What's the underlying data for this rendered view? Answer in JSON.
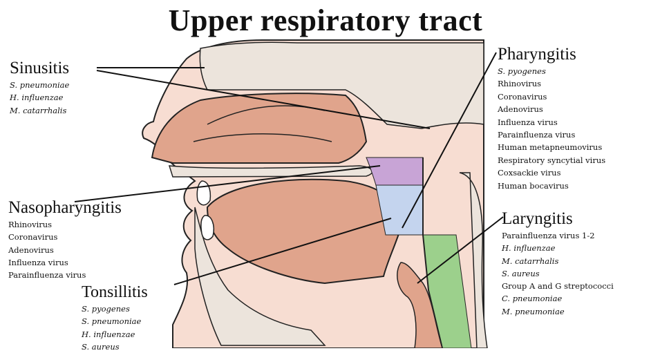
{
  "title": "Upper respiratory tract",
  "regions": {
    "sinusitis": {
      "heading": "Sinusitis",
      "items": [
        "S. pneumoniae",
        "H. influenzae",
        "M. catarrhalis"
      ]
    },
    "pharyngitis": {
      "heading": "Pharyngitis",
      "items": [
        "S. pyogenes",
        "Rhinovirus",
        "Coronavirus",
        "Adenovirus",
        "Influenza virus",
        "Parainfluenza virus",
        "Human metapneumovirus",
        "Respiratory syncytial virus",
        "Coxsackie virus",
        "Human bocavirus"
      ]
    },
    "nasopharyngitis": {
      "heading": "Nasopharyngitis",
      "items": [
        "Rhinovirus",
        "Coronavirus",
        "Adenovirus",
        "Influenza virus",
        "Parainfluenza virus"
      ]
    },
    "laryngitis": {
      "heading": "Laryngitis",
      "items": [
        "Parainfluenza virus 1-2",
        "H. influenzae",
        "M. catarrhalis",
        "S. aureus",
        "Group A and G streptococci",
        "C. pneumoniae",
        "M. pneumoniae"
      ]
    },
    "tonsillitis": {
      "heading": "Tonsillitis",
      "items": [
        "S. pyogenes",
        "S. pneumoniae",
        "H. influenzae",
        "S. aureus"
      ]
    }
  },
  "colors": {
    "skin": "#f7ddd2",
    "bone": "#ece4dc",
    "tissue": "#e0a48c",
    "nasopharynx": "#c8a4d6",
    "oropharynx": "#c4d4ee",
    "larynx": "#9cd08c",
    "outline": "#222222"
  }
}
